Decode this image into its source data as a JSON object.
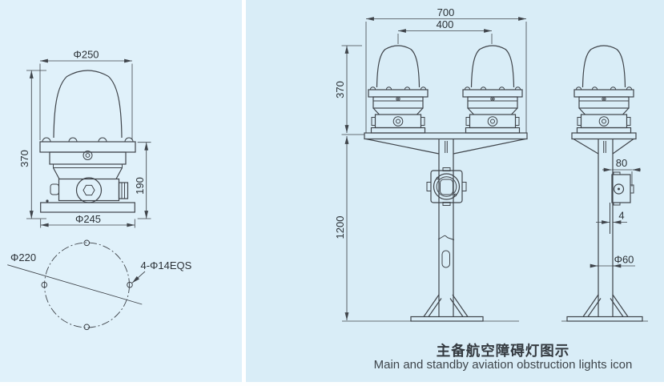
{
  "page": {
    "background_left": "#e0f1fa",
    "background_right": "#d9edf7",
    "divider_color": "#ffffff",
    "line_color": "#3f444a",
    "text_color": "#2b3136"
  },
  "left_view": {
    "dim_top": "Φ250",
    "dim_height": "370",
    "dim_lower_height": "190",
    "dim_base": "Φ245"
  },
  "bolt_circle_view": {
    "dim_circle": "Φ220",
    "dim_holes": "4-Φ14EQS"
  },
  "front_view": {
    "dim_overall_width": "700",
    "dim_light_spacing": "400",
    "dim_light_height": "370",
    "dim_pole_height": "1200"
  },
  "side_view": {
    "dim_junction_box_width": "80",
    "dim_wall_thickness": "4",
    "dim_pole_diameter": "Φ60"
  },
  "caption": {
    "title_zh": "主备航空障碍灯图示",
    "title_en": "Main and standby aviation obstruction lights icon"
  }
}
